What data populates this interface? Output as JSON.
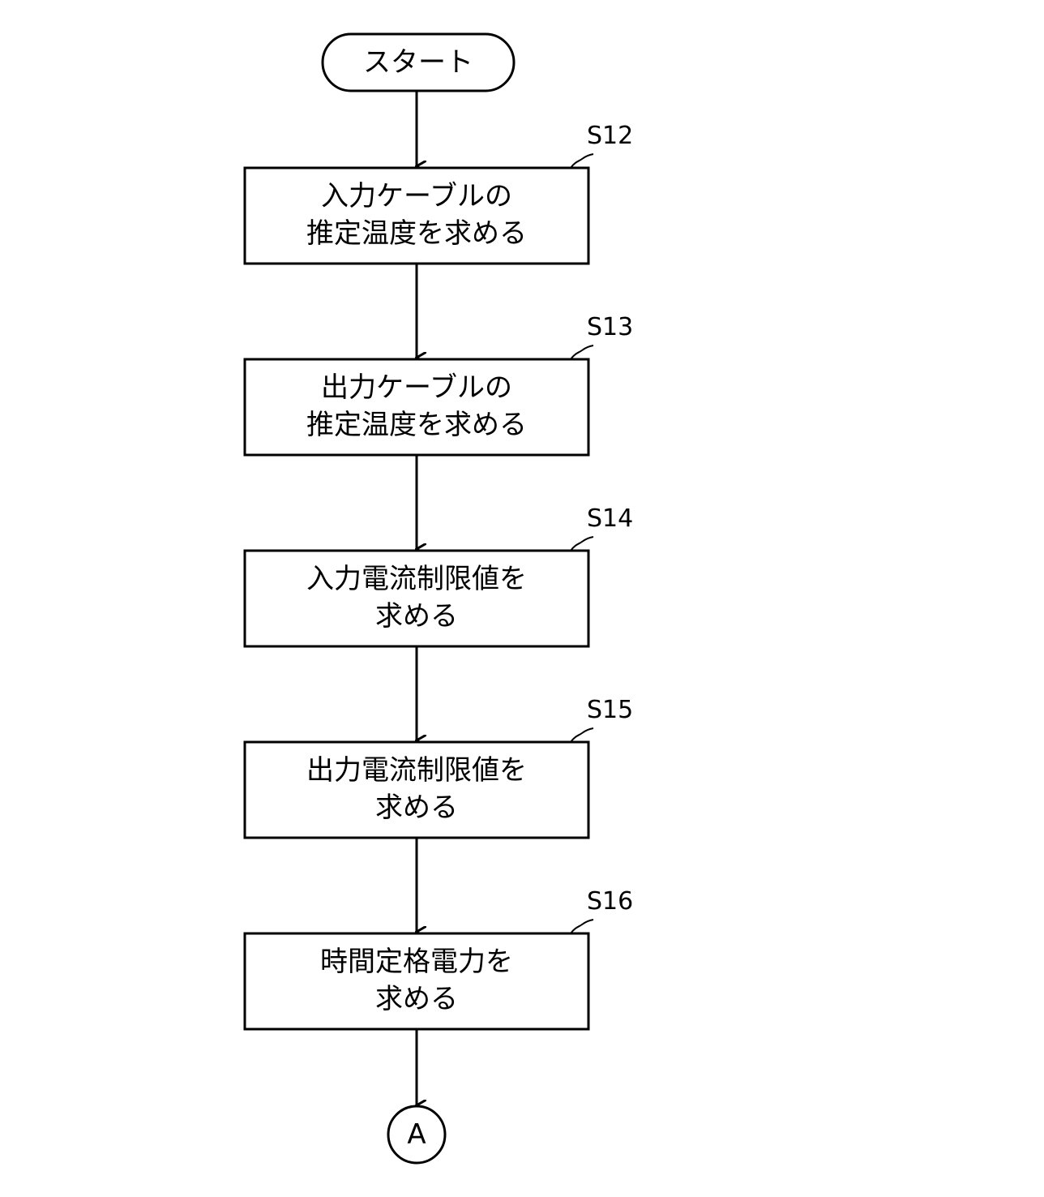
{
  "start": {
    "label": "スタート"
  },
  "steps": [
    {
      "id": "S12",
      "lines": [
        "入力ケーブルの",
        "推定温度を求める"
      ]
    },
    {
      "id": "S13",
      "lines": [
        "出力ケーブルの",
        "推定温度を求める"
      ]
    },
    {
      "id": "S14",
      "lines": [
        "入力電流制限値を",
        "求める"
      ]
    },
    {
      "id": "S15",
      "lines": [
        "出力電流制限値を",
        "求める"
      ]
    },
    {
      "id": "S16",
      "lines": [
        "時間定格電力を",
        "求める"
      ]
    }
  ],
  "connector": {
    "label": "A"
  }
}
